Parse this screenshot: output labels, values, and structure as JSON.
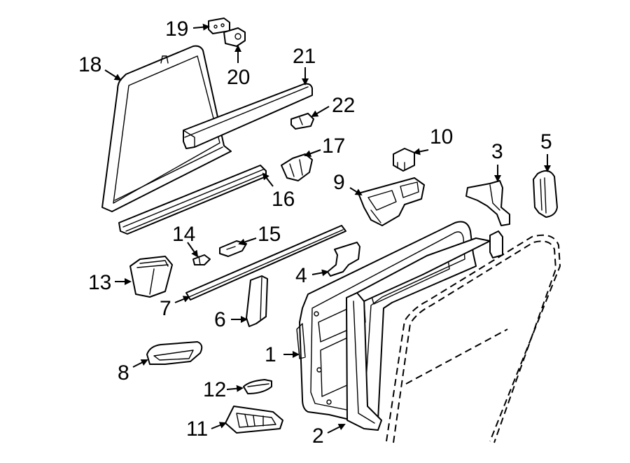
{
  "figure": {
    "callouts": {
      "c1": "1",
      "c2": "2",
      "c3": "3",
      "c4": "4",
      "c5": "5",
      "c6": "6",
      "c7": "7",
      "c8": "8",
      "c9": "9",
      "c10": "10",
      "c11": "11",
      "c12": "12",
      "c13": "13",
      "c14": "14",
      "c15": "15",
      "c16": "16",
      "c17": "17",
      "c18": "18",
      "c19": "19",
      "c20": "20",
      "c21": "21",
      "c22": "22"
    }
  }
}
